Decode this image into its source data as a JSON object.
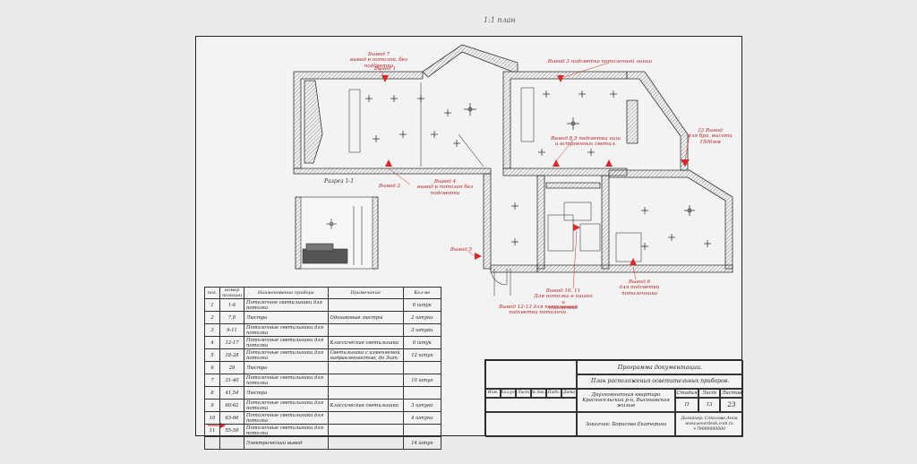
{
  "top_note": "1:1 план",
  "section_label": "Разрез 1-1",
  "callouts": [
    {
      "id": "c7",
      "text": "Вывод 7\nвывод в потолок, без подсветки"
    },
    {
      "id": "c1",
      "text": "Вывод 1"
    },
    {
      "id": "c3",
      "text": "Вывод 3 подсветка потолочной линии"
    },
    {
      "id": "c12",
      "text": "12 Вывод\nдля бра, высота 1500мм"
    },
    {
      "id": "c89",
      "text": "Вывод 8,9 подсветка ниш\nи встроенных светил."
    },
    {
      "id": "c2",
      "text": "Вывод 2"
    },
    {
      "id": "c4",
      "text": "Вывод 4\nвывод в потолок без подсветки"
    },
    {
      "id": "c5",
      "text": "Вывод 5"
    },
    {
      "id": "c1011",
      "text": "Вывод 10, 11\nДля потолка в нишей и\nподсветке"
    },
    {
      "id": "c6",
      "text": "Вывод 6\nдля подсветки потолочника"
    },
    {
      "id": "c1213",
      "text": "Вывод 12-13 для потолочной\nподсветки потолочн."
    }
  ],
  "legend": {
    "headers": [
      "поз.",
      "номер позиции",
      "Наименование прибора",
      "Примечание",
      "Кол-во"
    ],
    "rows": [
      {
        "n": "1",
        "pos": "1-6",
        "name": "Потолочное светильники для потолка",
        "note": "",
        "qty": "6 штук"
      },
      {
        "n": "2",
        "pos": "7,8",
        "name": "Люстра",
        "note": "Одинаковые люстры",
        "qty": "2 штуки"
      },
      {
        "n": "3",
        "pos": "9-11",
        "name": "Потолочные светильники для потолка",
        "note": "",
        "qty": "3 штуки"
      },
      {
        "n": "4",
        "pos": "12-17",
        "name": "Потолочные светильники для потолка",
        "note": "Классические светильники",
        "qty": "6 штук"
      },
      {
        "n": "5",
        "pos": "18-28",
        "name": "Потолочные светильники для потолка",
        "note": "Светильники с изменяемой направленностью, до 3шт.",
        "qty": "12 штук"
      },
      {
        "n": "6",
        "pos": "29",
        "name": "Люстра",
        "note": "",
        "qty": ""
      },
      {
        "n": "7",
        "pos": "31-40",
        "name": "Потолочные светильники для потолка",
        "note": "",
        "qty": "10 штук"
      },
      {
        "n": "8",
        "pos": "41,54",
        "name": "Люстра",
        "note": "",
        "qty": ""
      },
      {
        "n": "9",
        "pos": "60-62",
        "name": "Потолочные светильники для потолка",
        "note": "Классические светильники",
        "qty": "3 штуки"
      },
      {
        "n": "10",
        "pos": "63-66",
        "name": "Потолочные светильники для потолка",
        "note": "",
        "qty": "4 штуки"
      },
      {
        "n": "11",
        "pos": "55-59",
        "name": "Потолочные светильники для потолка",
        "note": "",
        "qty": ""
      }
    ],
    "footer": {
      "label": "Электрический вывод",
      "qty": "14 штук"
    }
  },
  "title_block": {
    "project": "Программа документации.",
    "sheet_title": "План расположения осветительных приборов.",
    "object": "Двухкомнатная квартира\nКрасносельский р-н, Высоковская жилые",
    "author": "Заказчик: Борисова Екатерина",
    "designer": "Дизайнер: Соколова Анна\nwww.severdesk.com.ru\n+79000000000",
    "stage_label": "Стадия",
    "sheet_label": "Лист",
    "sheets_label": "Листов",
    "stage": "П",
    "sheet": "13",
    "sheets": "23",
    "cols": [
      "Изм.",
      "Кол.уч.",
      "Лист",
      "№ док.",
      "Подп.",
      "Дата"
    ]
  },
  "colors": {
    "accent": "#d42a2a",
    "line": "#333333",
    "paper": "#f3f3f3",
    "page": "#ebebeb"
  }
}
